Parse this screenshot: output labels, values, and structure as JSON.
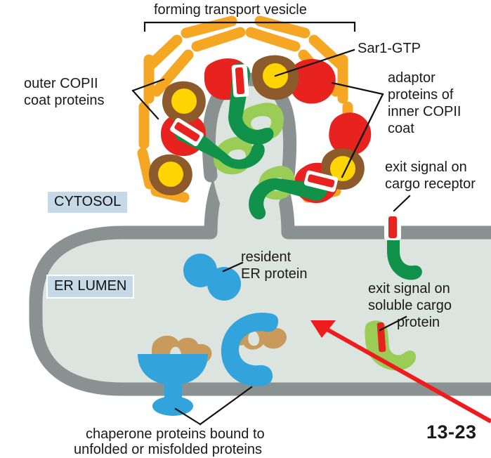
{
  "figure": {
    "number": "13-23",
    "topic": "COPII-coated transport vesicle budding from the ER"
  },
  "colors": {
    "outer_coat": "#F5A623",
    "adaptor_red": "#E8231F",
    "adaptor_brown": "#8C5A2B",
    "sar1_yellow": "#FFD400",
    "membrane_gray": "#8A9191",
    "lumen": "#DCE4DF",
    "cargo_receptor_green": "#11924B",
    "soluble_cargo_green": "#9ACD55",
    "exit_signal_red": "#E8231F",
    "chaperone_blue": "#33A3DC",
    "unfolded_protein_tan": "#C89A5B",
    "compartment_label_bg": "#C5D9E6",
    "arrow_red": "#EE1C1C",
    "leader_line": "#111111",
    "background": "#FFFFFF"
  },
  "labels": {
    "forming_vesicle": "forming transport vesicle",
    "sar1_gtp": "Sar1-GTP",
    "outer_copii_line1": "outer COPII",
    "outer_copii_line2": "coat proteins",
    "adaptor_line1": "adaptor",
    "adaptor_line2": "proteins of",
    "adaptor_line3": "inner COPII",
    "adaptor_line4": "coat",
    "exit_signal_receptor_line1": "exit signal on",
    "exit_signal_receptor_line2": "cargo receptor",
    "cytosol": "CYTOSOL",
    "er_lumen": "ER LUMEN",
    "resident_line1": "resident",
    "resident_line2": "ER protein",
    "exit_signal_soluble_line1": "exit signal on",
    "exit_signal_soluble_line2": "soluble cargo",
    "exit_signal_soluble_line3": "protein",
    "chaperone_line1": "chaperone proteins bound to",
    "chaperone_line2": "unfolded or misfolded proteins"
  }
}
